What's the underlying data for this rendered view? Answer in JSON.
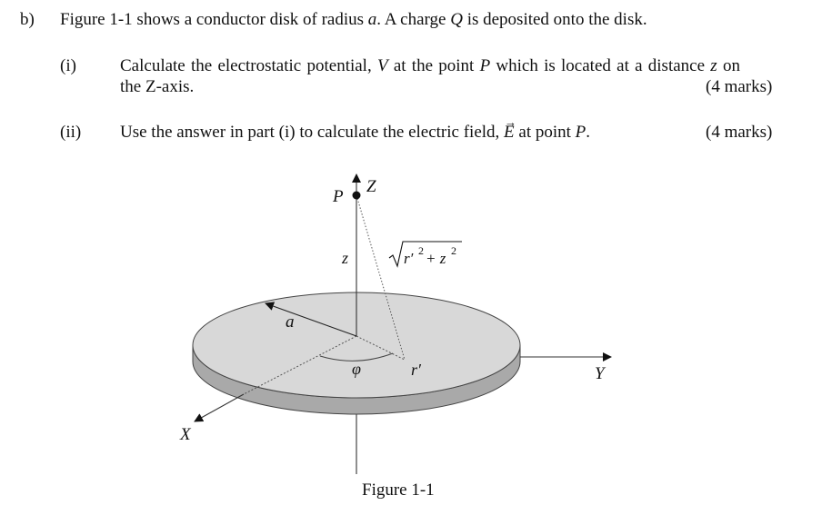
{
  "question": {
    "part": "b)",
    "intro_before_a": "Figure 1-1 shows a conductor disk of radius ",
    "intro_a": "a",
    "intro_mid": ". A charge ",
    "intro_q": "Q",
    "intro_after": " is deposited onto the disk."
  },
  "sub_i": {
    "num": "(i)",
    "line1_pre": "Calculate the electrostatic potential, ",
    "line1_v": "V",
    "line1_mid": " at the point ",
    "line1_p": "P",
    "line1_mid2": " which is located at a distance ",
    "line1_z": "z",
    "line1_post": " on",
    "line2": "the Z-axis.",
    "marks": "(4 marks)"
  },
  "sub_ii": {
    "num": "(ii)",
    "text_pre": "Use the answer in part (i) to calculate the electric field, ",
    "text_e": "E",
    "text_mid": " at point ",
    "text_p": "P",
    "text_post": ".",
    "marks": "(4 marks)"
  },
  "figure": {
    "caption": "Figure 1-1",
    "labels": {
      "z_axis": "Z",
      "x_axis": "X",
      "y_axis": "Y",
      "point": "P",
      "height": "z",
      "radius": "a",
      "angle": "φ",
      "r_prime": "r′",
      "distance_sqrt": "r′",
      "distance_sup1": "2",
      "distance_plus": "+ z",
      "distance_sup2": "2"
    },
    "colors": {
      "disk_top": "#d8d8d8",
      "disk_side": "#a9a9a9",
      "stroke": "#222222"
    }
  }
}
